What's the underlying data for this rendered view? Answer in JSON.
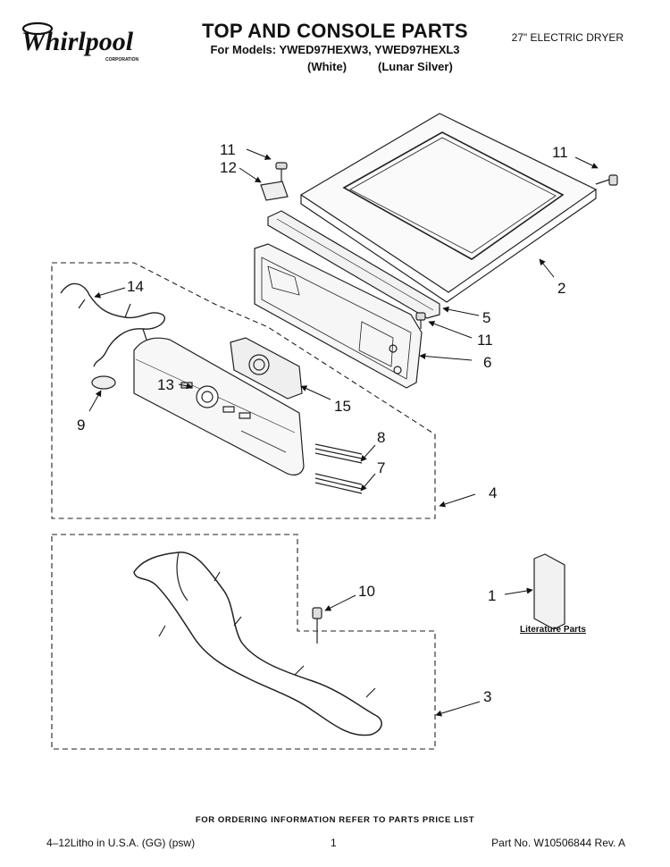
{
  "header": {
    "brand": "Whirlpool",
    "brand_sub": "CORPORATION",
    "title": "TOP AND CONSOLE PARTS",
    "models": "For Models: YWED97HEXW3, YWED97HEXL3",
    "variant_white": "(White)",
    "variant_silver": "(Lunar Silver)",
    "product": "27\" ELECTRIC DRYER"
  },
  "callouts": {
    "c1": "1",
    "c2": "2",
    "c3": "3",
    "c4": "4",
    "c5": "5",
    "c6": "6",
    "c7": "7",
    "c8": "8",
    "c9": "9",
    "c10": "10",
    "c11a": "11",
    "c11b": "11",
    "c11c": "11",
    "c12": "12",
    "c13": "13",
    "c14": "14",
    "c15": "15"
  },
  "literature_label": "Literature Parts",
  "footer": {
    "ordering_note": "FOR ORDERING INFORMATION REFER TO PARTS PRICE LIST",
    "litho": "4–12Litho in U.S.A. (GG) (psw)",
    "page": "1",
    "part_no": "Part No. W10506844 Rev. A"
  }
}
